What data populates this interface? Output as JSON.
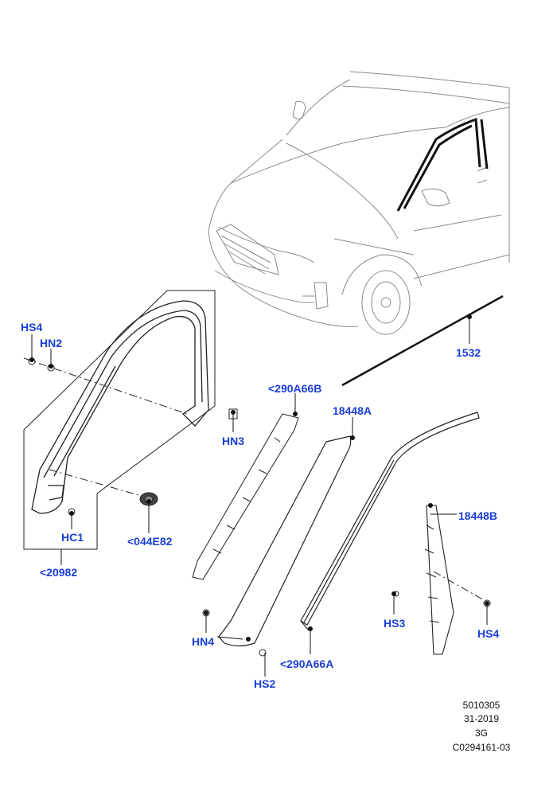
{
  "diagram": {
    "callouts": {
      "hs4_left": "HS4",
      "hn2": "HN2",
      "hn3": "HN3",
      "hc1": "HC1",
      "p044e82": "<044E82",
      "p20982": "<20982",
      "p1532": "1532",
      "p290a66b": "<290A66B",
      "p18448a": "18448A",
      "p18448b": "18448B",
      "hs3": "HS3",
      "hs4_right": "HS4",
      "hn4": "HN4",
      "hs2": "HS2",
      "p290a66a": "<290A66A"
    },
    "reference": {
      "line1": "5010305",
      "line2": "31-2019",
      "line3": "3G",
      "line4": "C0294161-03"
    },
    "colors": {
      "callout": "#1a3fd6",
      "line_art": "#222222",
      "car_outline": "#8a8a8a"
    }
  }
}
